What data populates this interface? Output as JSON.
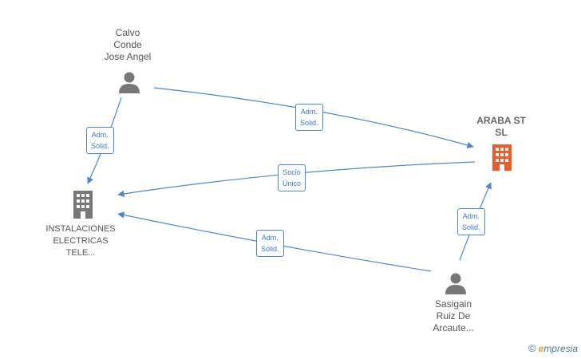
{
  "nodes": {
    "calvo": {
      "lines": [
        "Calvo",
        "Conde",
        "Jose Angel"
      ]
    },
    "araba": {
      "lines": [
        "ARABA ST",
        "SL"
      ]
    },
    "instalaciones": {
      "lines": [
        "INSTALACIONES",
        "ELECTRICAS",
        "TELE..."
      ]
    },
    "sasigain": {
      "lines": [
        "Sasigain",
        "Ruiz De",
        "Arcaute..."
      ]
    }
  },
  "edges": {
    "calvo_araba": [
      "Adm.",
      "Solid."
    ],
    "calvo_instalaciones": [
      "Adm.",
      "Solid."
    ],
    "araba_instalaciones": [
      "Socio",
      "Único"
    ],
    "sasigain_instalaciones": [
      "Adm.",
      "Solid."
    ],
    "sasigain_araba": [
      "Adm.",
      "Solid."
    ]
  },
  "colors": {
    "edge": "#4a86d6",
    "person_icon": "#777777",
    "company_icon": "#777777",
    "focus_company_icon": "#f05a28"
  },
  "brand": {
    "symbol": "©",
    "initial": "e",
    "rest": "mpresia"
  }
}
